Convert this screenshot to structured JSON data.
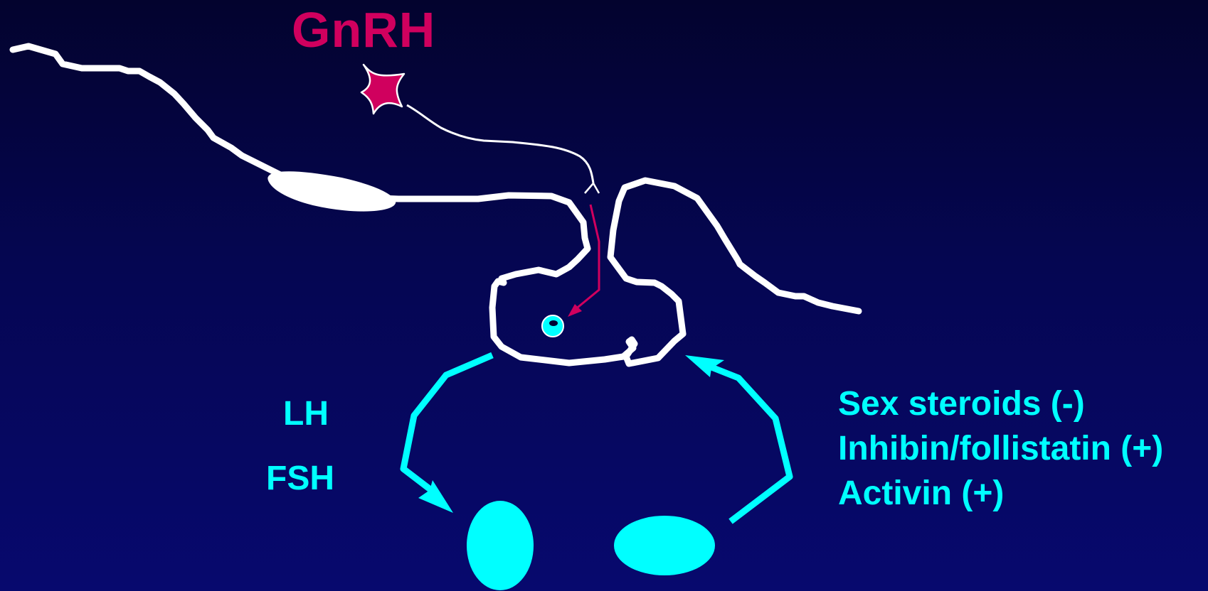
{
  "hormone_label": "GnRH",
  "pituitary_hormones": {
    "lh": "LH",
    "fsh": "FSH"
  },
  "feedback_items": [
    "Sex steroids (-)",
    "Inhibin/follistatin (+)",
    "Activin (+)"
  ],
  "colors": {
    "gnrh": "#d0005e",
    "cyan": "#00ffff",
    "outline": "#ffffff",
    "background": "#050652"
  }
}
